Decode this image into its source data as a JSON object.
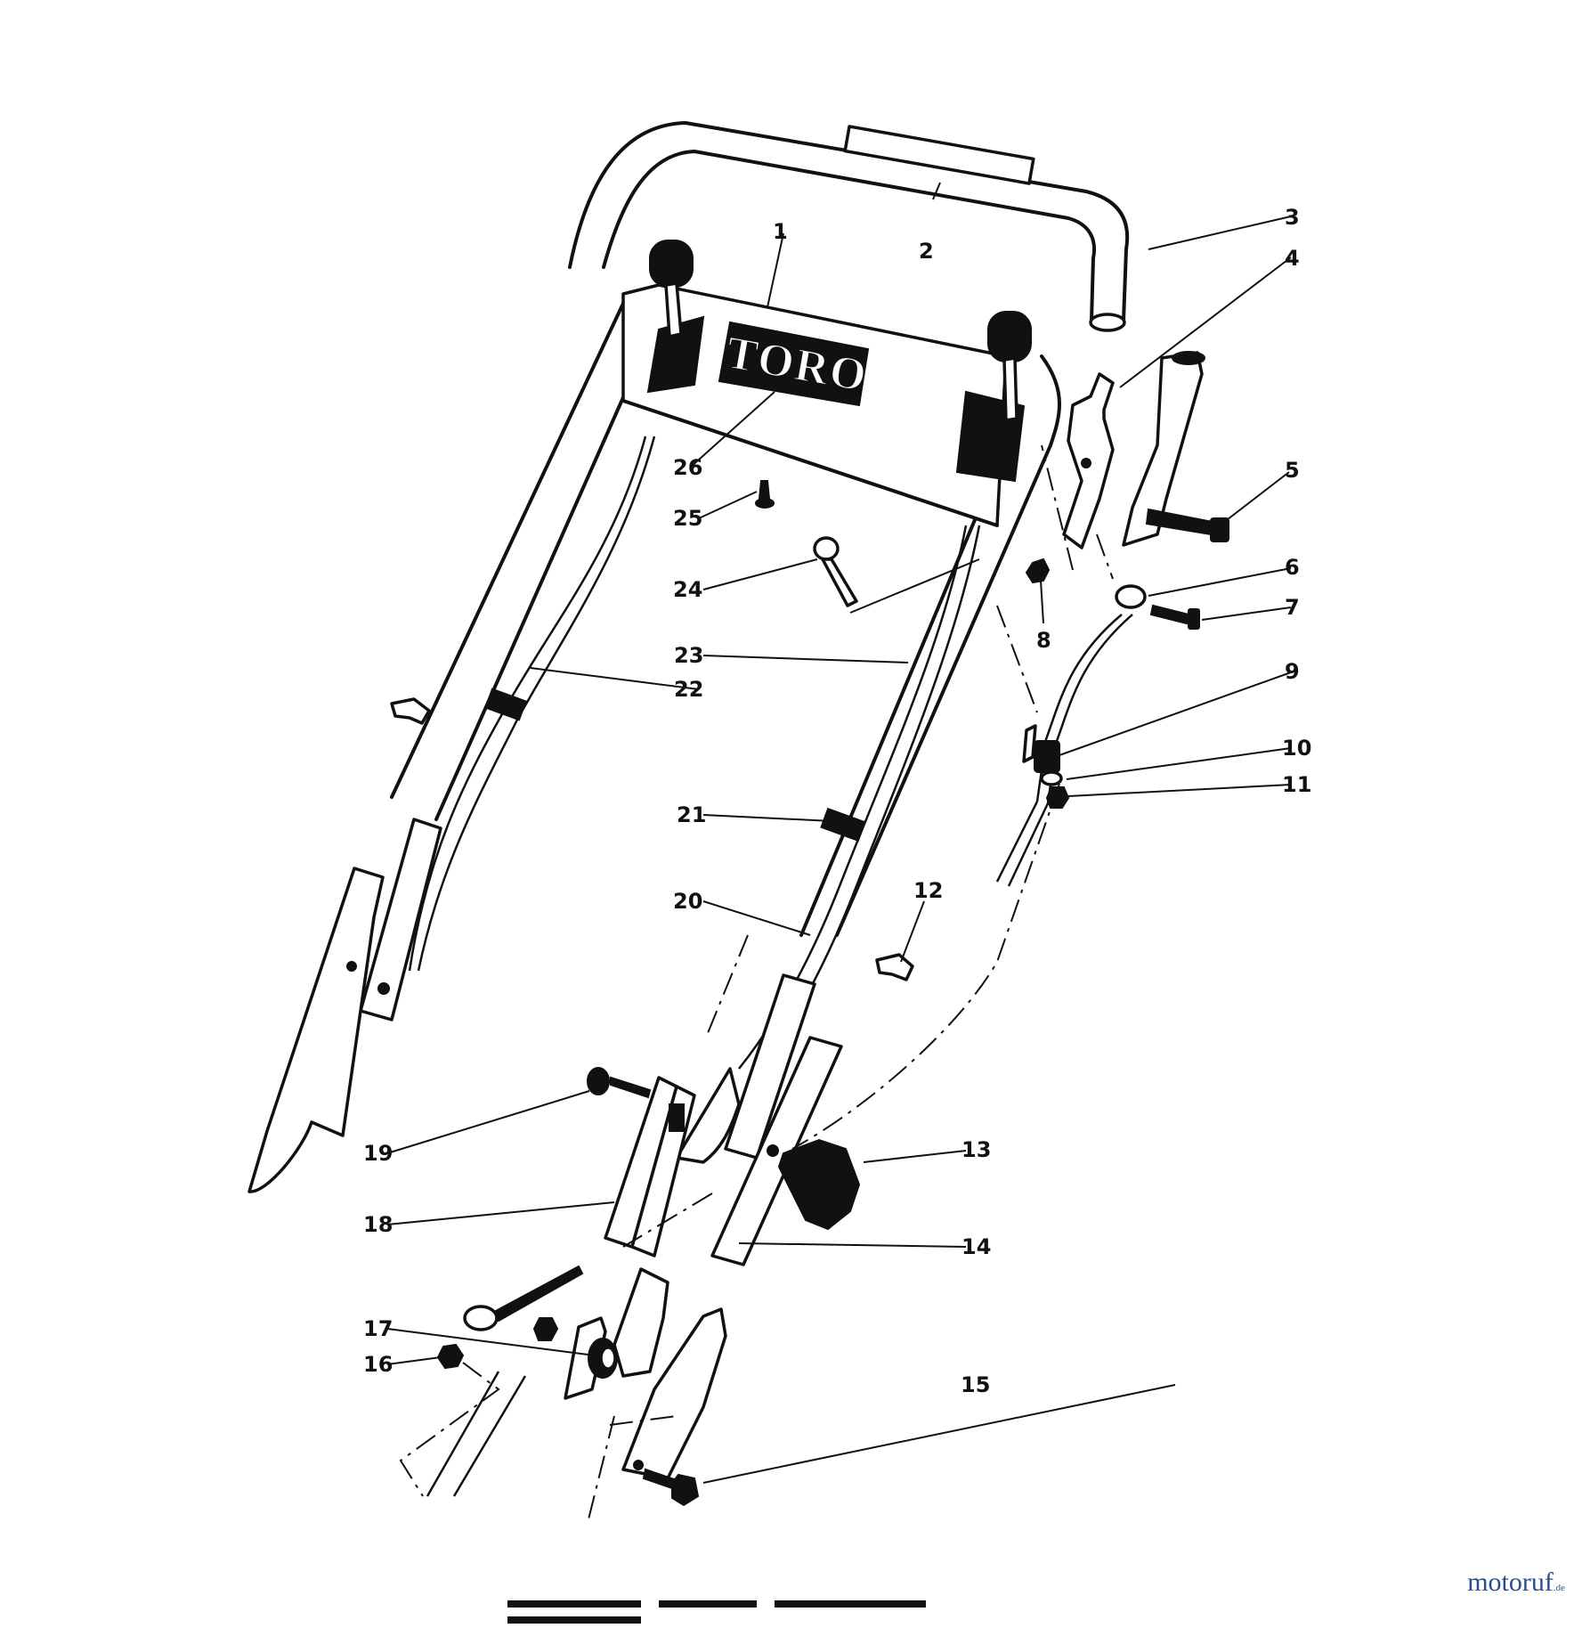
{
  "logo_text": "TORO",
  "watermark": {
    "name": "motoruf",
    "tld": ".de"
  },
  "callouts": [
    {
      "id": "callout-1",
      "label": "1"
    },
    {
      "id": "callout-2",
      "label": "2"
    },
    {
      "id": "callout-3",
      "label": "3"
    },
    {
      "id": "callout-4",
      "label": "4"
    },
    {
      "id": "callout-5",
      "label": "5"
    },
    {
      "id": "callout-6",
      "label": "6"
    },
    {
      "id": "callout-7",
      "label": "7"
    },
    {
      "id": "callout-8",
      "label": "8"
    },
    {
      "id": "callout-9",
      "label": "9"
    },
    {
      "id": "callout-10",
      "label": "10"
    },
    {
      "id": "callout-11",
      "label": "11"
    },
    {
      "id": "callout-12",
      "label": "12"
    },
    {
      "id": "callout-13",
      "label": "13"
    },
    {
      "id": "callout-14",
      "label": "14"
    },
    {
      "id": "callout-15",
      "label": "15"
    },
    {
      "id": "callout-16",
      "label": "16"
    },
    {
      "id": "callout-17",
      "label": "17"
    },
    {
      "id": "callout-18",
      "label": "18"
    },
    {
      "id": "callout-19",
      "label": "19"
    },
    {
      "id": "callout-20",
      "label": "20"
    },
    {
      "id": "callout-21",
      "label": "21"
    },
    {
      "id": "callout-22",
      "label": "22"
    },
    {
      "id": "callout-23",
      "label": "23"
    },
    {
      "id": "callout-24",
      "label": "24"
    },
    {
      "id": "callout-25",
      "label": "25"
    },
    {
      "id": "callout-26",
      "label": "26"
    }
  ]
}
